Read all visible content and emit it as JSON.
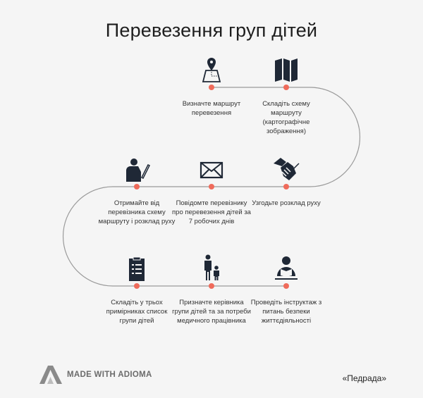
{
  "title": "Перевезення  груп дітей",
  "accent_color": "#ef6b5b",
  "steps": [
    {
      "icon": "map-pin-icon",
      "label": "Визначте маршрут перевезення"
    },
    {
      "icon": "folded-map-icon",
      "label": "Складіть схему маршруту (картографічне зображення)"
    },
    {
      "icon": "handshake-icon",
      "label": "Узгодьте розклад руху"
    },
    {
      "icon": "envelope-icon",
      "label": "Повідомте перевізнику про перевезення дітей за 7 робочих днів"
    },
    {
      "icon": "person-signing-icon",
      "label": "Отримайте від перевізника схему маршруту і розклад руху"
    },
    {
      "icon": "clipboard-list-icon",
      "label": "Складіть у трьох примірниках список групи дітей"
    },
    {
      "icon": "adult-child-icon",
      "label": "Призначте керівника групи дітей та за потреби медичного працівника"
    },
    {
      "icon": "reader-icon",
      "label": "Проведіть інструктаж з питань безпеки життєдіяльності"
    }
  ],
  "footer": {
    "logo_text": "MADE WITH ADIOMA",
    "credit": "«Педрада»"
  }
}
